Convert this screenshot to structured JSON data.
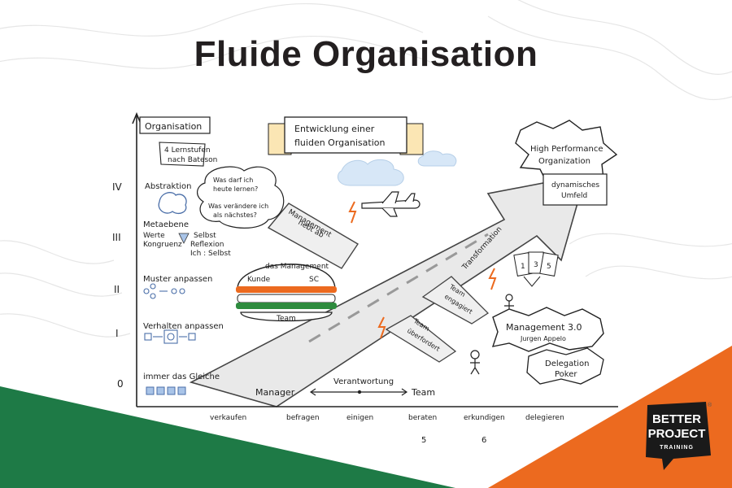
{
  "page": {
    "title": "Fluide Organisation"
  },
  "sketch": {
    "y_axis_title": "Organisation",
    "levels": [
      {
        "roman": "IV",
        "label": "Abstraktion"
      },
      {
        "roman": "III",
        "label": "Metaebene"
      },
      {
        "roman": "II",
        "label": "Muster anpassen"
      },
      {
        "roman": "I",
        "label": "Verhalten anpassen"
      },
      {
        "roman": "0",
        "label": "immer das Gleiche"
      }
    ],
    "lernstufen_note": [
      "4 Lernstufen",
      "nach Bateson"
    ],
    "thought_bubble": [
      "Was darf ich",
      "heute lernen?",
      "Was verändere ich",
      "als nächstes?"
    ],
    "metaebene_words": [
      "Werte",
      "Kongruenz",
      "Selbst",
      "Reflexion",
      "Ich : Selbst"
    ],
    "banner": [
      "Entwicklung einer",
      "fluiden Organisation"
    ],
    "high_performance": [
      "High Performance",
      "Organization"
    ],
    "dynamic_env": [
      "dynamisches",
      "Umfeld"
    ],
    "management_holds_off": [
      "Management",
      "hebt ab"
    ],
    "burger": {
      "line1": "das Management",
      "kunde": "Kunde",
      "sc": "SC",
      "team": "Team"
    },
    "transformation": "Transformation",
    "team_engaged": [
      "Team",
      "engagiert"
    ],
    "team_overloaded": [
      "Team",
      "überfordert"
    ],
    "mgmt30": [
      "Management 3.0",
      "Jurgen Appelo"
    ],
    "delegation_poker": [
      "Delegation",
      "Poker"
    ],
    "cards": [
      "1",
      "3",
      "5"
    ],
    "responsibility_axis": {
      "left": "Manager",
      "center": "Verantwortung",
      "right": "Team"
    },
    "x_labels": [
      "verkaufen",
      "befragen",
      "einigen",
      "beraten",
      "erkundigen",
      "delegieren"
    ],
    "x_numbers": [
      "5",
      "6"
    ]
  },
  "logo": {
    "line1": "BETTER",
    "line2": "PROJECT",
    "line3": "TRAINING",
    "mark": "®"
  },
  "colors": {
    "title": "#231f20",
    "green": "#1e7a46",
    "orange": "#ec6a1f",
    "logo_bg": "#1a1a1a"
  }
}
